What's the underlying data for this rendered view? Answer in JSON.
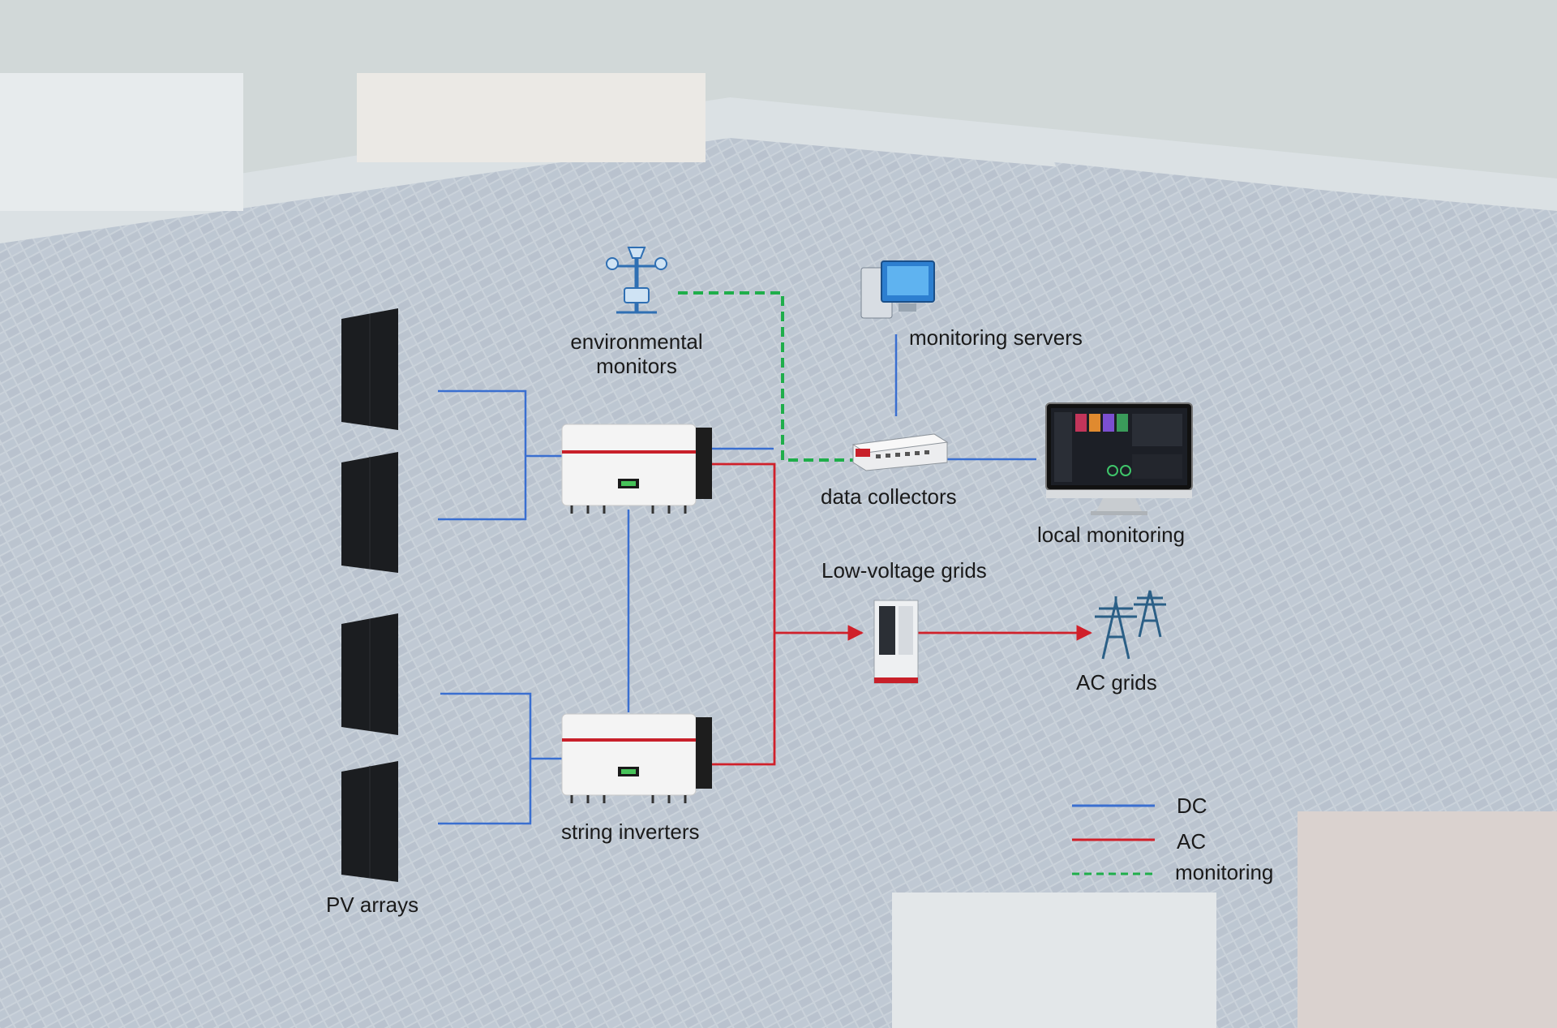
{
  "labels": {
    "environmental_monitors_line1": "environmental",
    "environmental_monitors_line2": "monitors",
    "monitoring_servers": "monitoring servers",
    "data_collectors": "data collectors",
    "local_monitoring": "local monitoring",
    "low_voltage_grids": "Low-voltage grids",
    "ac_grids": "AC grids",
    "string_inverters": "string inverters",
    "pv_arrays": "PV arrays"
  },
  "legend": {
    "dc": "DC",
    "ac": "AC",
    "monitoring": "monitoring"
  },
  "colors": {
    "dc": "#3a6fd0",
    "ac": "#d0202a",
    "monitoring": "#1fae4b",
    "background_overlay": "#e8eef2"
  },
  "icons": [
    "weather-station-icon",
    "server-computer-icon",
    "data-collector-icon",
    "monitor-display-icon",
    "switchgear-cabinet-icon",
    "power-tower-icon",
    "inverter-icon",
    "solar-panel-icon"
  ]
}
